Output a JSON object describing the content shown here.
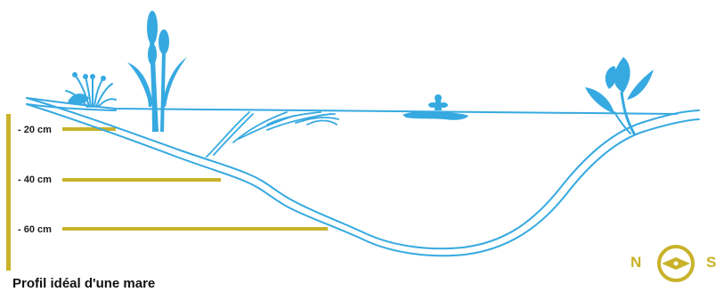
{
  "colors": {
    "water_line": "#36a9e1",
    "depth_marker": "#c9b229",
    "text": "#1a1a1a"
  },
  "depth_markers": [
    {
      "label": "- 20 cm",
      "depth_cm": 20
    },
    {
      "label": "- 40 cm",
      "depth_cm": 40
    },
    {
      "label": "- 60 cm",
      "depth_cm": 60
    }
  ],
  "compass": {
    "left_label": "N",
    "right_label": "S",
    "icon": "compass-icon"
  },
  "caption": "Profil idéal d'une mare",
  "icons": [
    "rush-plant-icon",
    "reed-plant-icon",
    "water-lily-icon",
    "floating-plant-icon",
    "bank-plant-icon",
    "compass-icon"
  ]
}
